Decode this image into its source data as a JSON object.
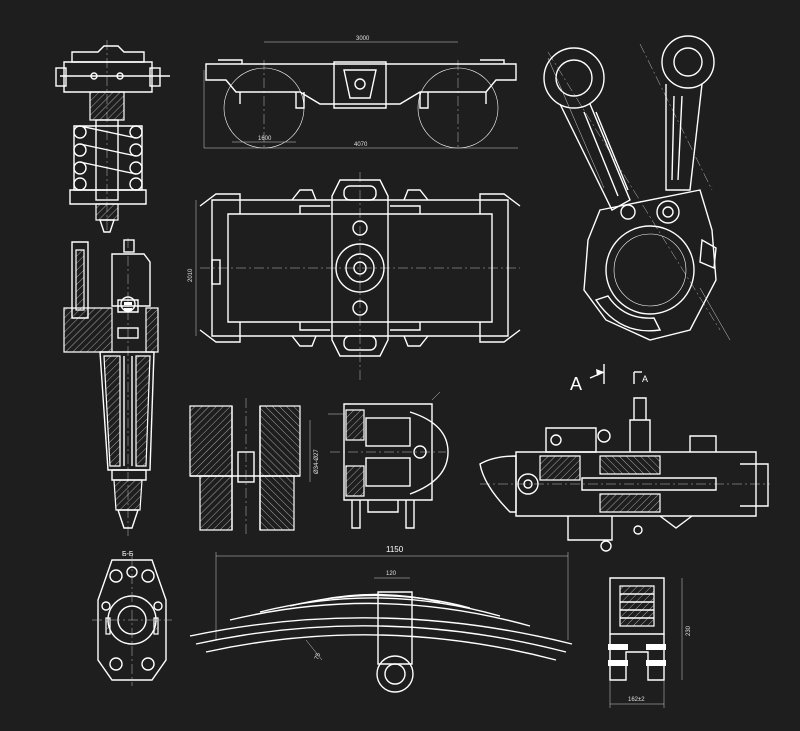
{
  "colors": {
    "background": "#1e1e1e",
    "line": "#ffffff"
  },
  "bogie_side": {
    "dim_top": "3000",
    "dim_left": "1600",
    "dim_bottom": "4070"
  },
  "bogie_frame": {
    "dim_side": "2010"
  },
  "cylinder_section": {
    "dim": "Ø34-Ø27"
  },
  "section_view": {
    "label": "A",
    "mark": "A"
  },
  "flange": {
    "label": "Б-Б"
  },
  "leaf_spring": {
    "dim_length": "1150",
    "dim_center": "120",
    "dim_angle": "75"
  },
  "clamp": {
    "dim_height": "230",
    "dim_width": "162±2"
  }
}
